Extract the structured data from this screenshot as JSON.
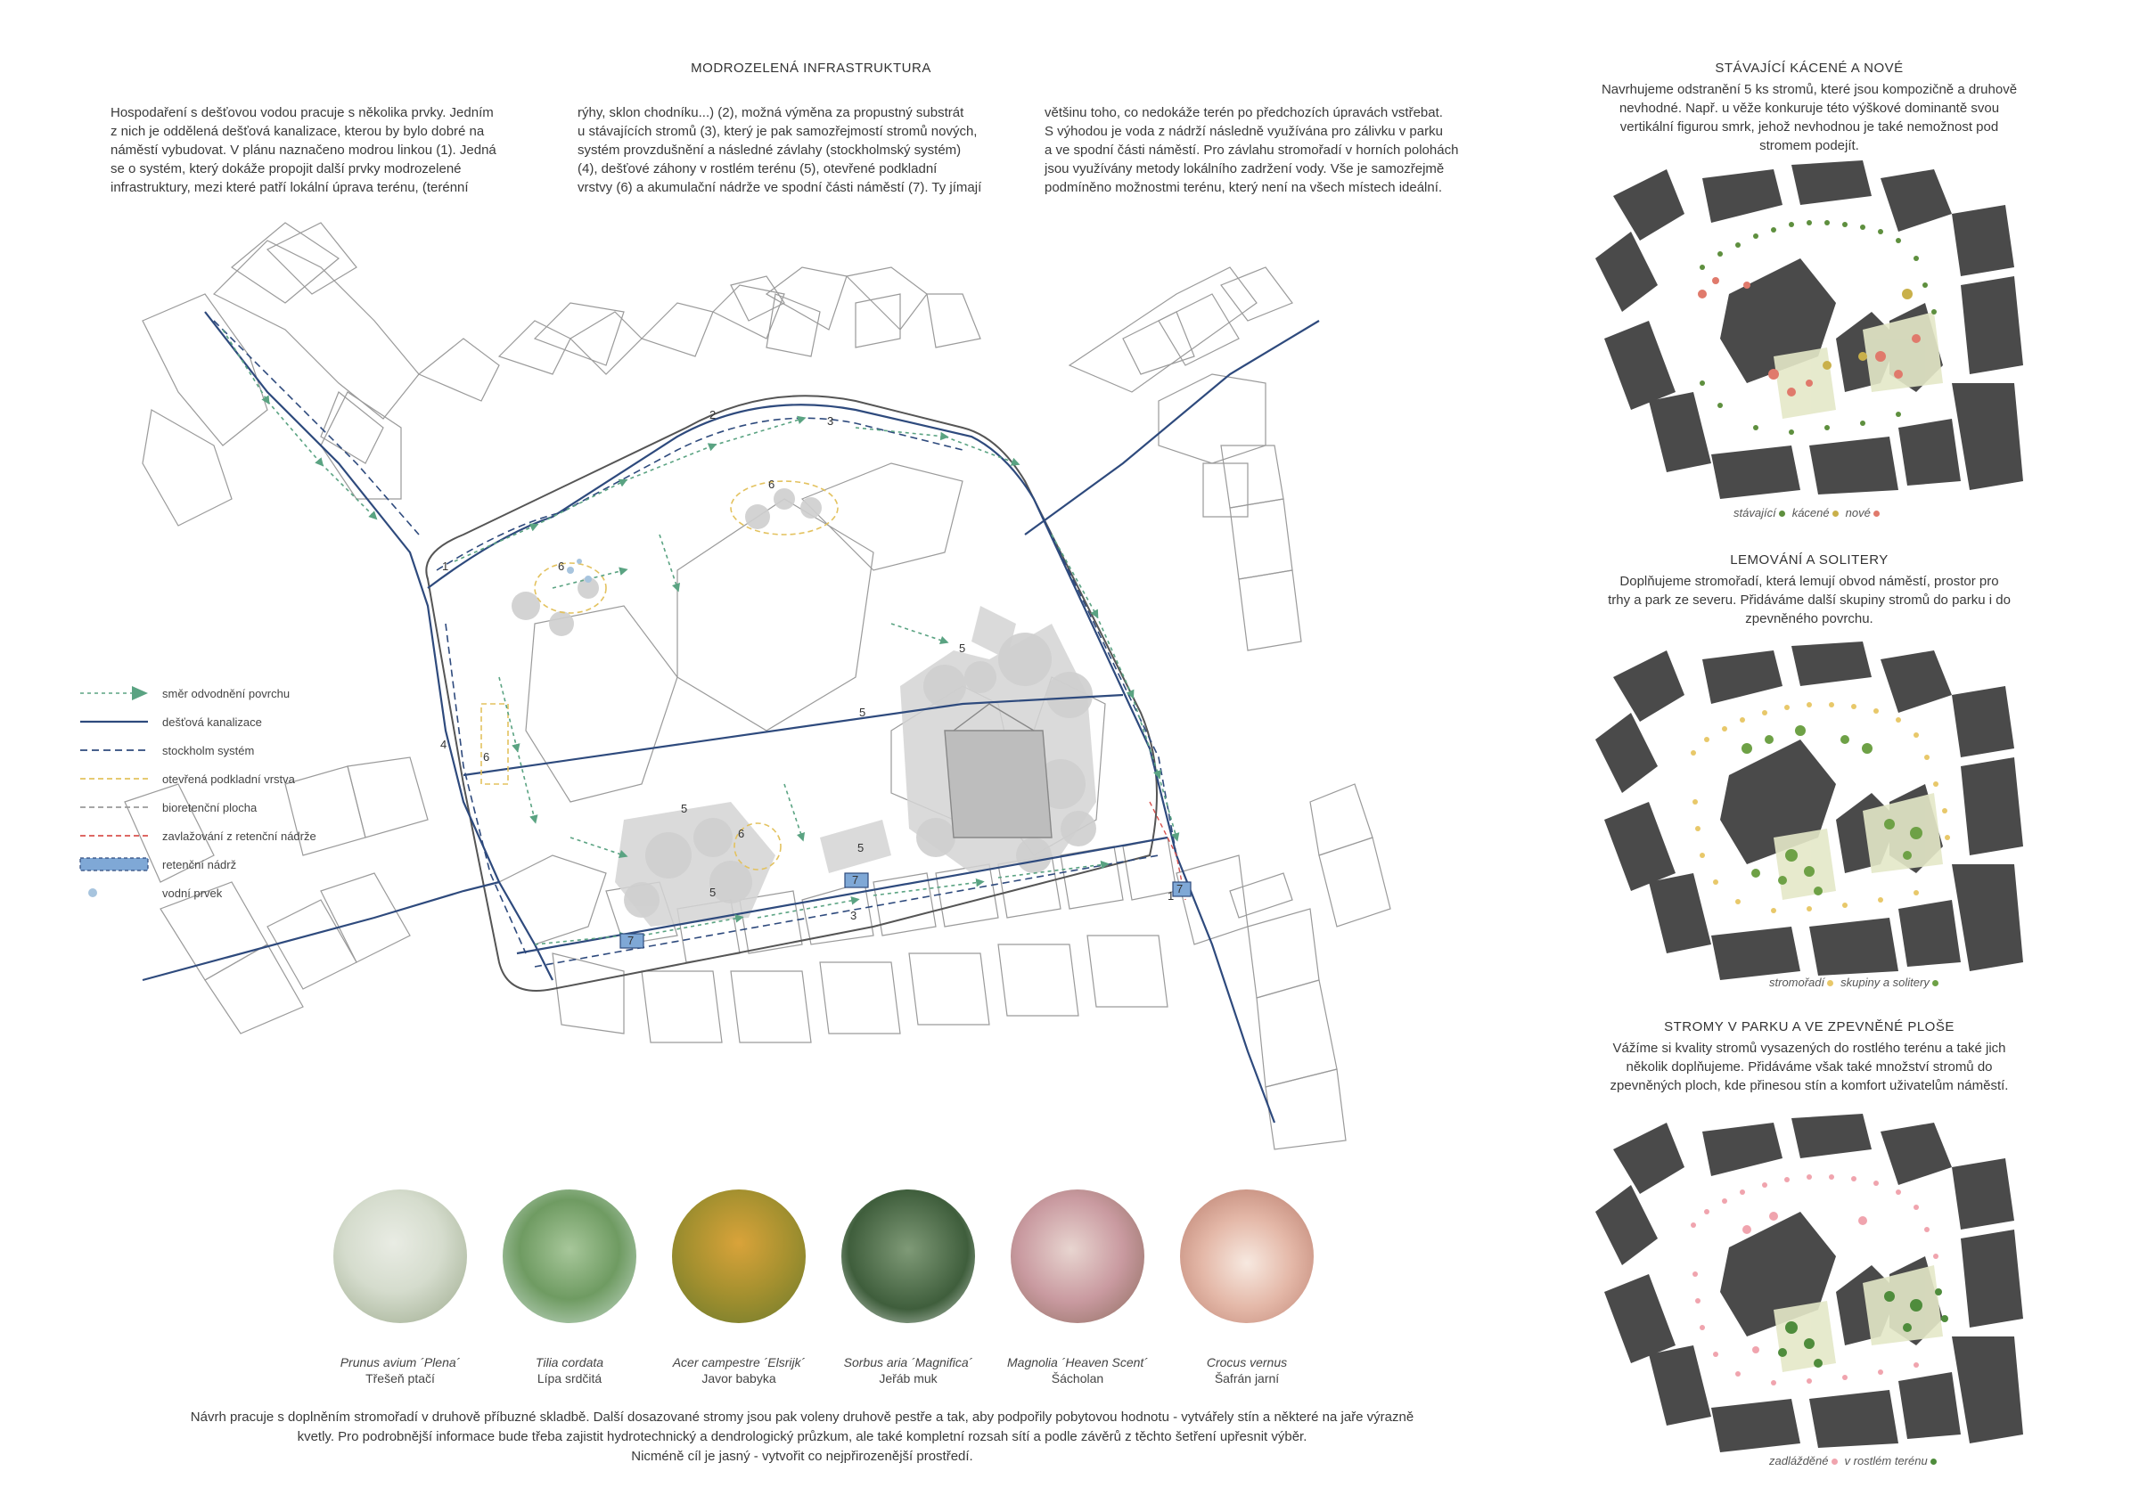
{
  "main": {
    "title": "MODROZELENÁ INFRASTRUKTURA",
    "col1": [
      "Hospodaření s dešťovou vodou pracuje s několika prvky. Jedním",
      "z nich je oddělená dešťová kanalizace, kterou by bylo dobré na",
      "náměstí vybudovat. V plánu naznačeno modrou linkou (1). Jedná",
      "se o systém, který dokáže propojit další prvky modrozelené",
      "infrastruktury, mezi které patří lokální úprava terénu, (terénní"
    ],
    "col2": [
      "rýhy, sklon chodníku...) (2), možná výměna za propustný substrát",
      "u stávajících stromů (3), který je pak samozřejmostí stromů nových,",
      "systém provzdušnění a následné závlahy (stockholmský systém)",
      "(4), dešťové záhony v rostlém terénu (5), otevřené podkladní",
      "vrstvy (6) a akumulační nádrže ve spodní části náměstí (7). Ty jímají"
    ],
    "col3": [
      "většinu toho, co nedokáže terén po předchozích úpravách vstřebat.",
      "S výhodou je voda z nádrží následně využívána pro zálivku v parku",
      "a ve spodní části náměstí. Pro závlahu stromořadí v horních polohách",
      "jsou využívány metody lokálního zadržení vody. Vše je samozřejmě",
      "podmíněno možnostmi terénu, který není na všech místech ideální."
    ]
  },
  "legend": [
    {
      "label": "směr odvodnění povrchu",
      "kind": "arrow",
      "color": "#5aa382"
    },
    {
      "label": "dešťová kanalizace",
      "kind": "solid",
      "color": "#2e4a7d"
    },
    {
      "label": "stockholm systém",
      "kind": "dashed",
      "color": "#2e4a7d"
    },
    {
      "label": "otevřená podkladní vrstva",
      "kind": "dashed",
      "color": "#e3c25f"
    },
    {
      "label": "bioretenční plocha",
      "kind": "dashed",
      "color": "#9a9a9a"
    },
    {
      "label": "zavlažování z retenční nádrže",
      "kind": "dashed",
      "color": "#d9534f"
    },
    {
      "label": "retenční nádrž",
      "kind": "box",
      "color": "#7fa8d6"
    },
    {
      "label": "vodní prvek",
      "kind": "dot",
      "color": "#a7c4de"
    }
  ],
  "plan_numbers": {
    "n1a": "1",
    "n1b": "1",
    "n2": "2",
    "n3a": "3",
    "n3b": "3",
    "n4": "4",
    "n5a": "5",
    "n5b": "5",
    "n5c": "5",
    "n5d": "5",
    "n5e": "5",
    "n6a": "6",
    "n6b": "6",
    "n6c": "6",
    "n6d": "6",
    "n7a": "7",
    "n7b": "7",
    "n7c": "7"
  },
  "trees": [
    {
      "latin": "Prunus avium ´Plena´",
      "czech": "Třešeň ptačí",
      "c1": "#e9ece4",
      "c2": "#9aa88a"
    },
    {
      "latin": "Tilia cordata",
      "czech": "Lípa srdčitá",
      "c1": "#cfe1d6",
      "c2": "#4f7d50"
    },
    {
      "latin": "Acer campestre ´Elsrijk´",
      "czech": "Javor babyka",
      "c1": "#d9a33a",
      "c2": "#6b7a2c"
    },
    {
      "latin": "Sorbus aria ´Magnifica´",
      "czech": "Jeřáb muk",
      "c1": "#dfe6df",
      "c2": "#3f5e3c"
    },
    {
      "latin": "Magnolia ´Heaven Scent´",
      "czech": "Šácholan",
      "c1": "#e8d5d0",
      "c2": "#b66a7a"
    },
    {
      "latin": "Crocus vernus",
      "czech": "Šafrán jarní",
      "c1": "#f1d6c9",
      "c2": "#c98d7a"
    }
  ],
  "bottom_text": [
    "Návrh pracuje s doplněním stromořadí v druhově příbuzné skladbě. Další dosazované stromy jsou pak voleny druhově pestře a tak, aby podpořily pobytovou hodnotu - vytvářely stín a některé na jaře výrazně",
    "kvetly. Pro podrobnější informace bude třeba zajistit hydrotechnický a dendrologický průzkum, ale také kompletní rozsah sítí a podle závěrů z těchto šetření upřesnit výběr.",
    "Nicméně cíl je jasný - vytvořit co nejpřirozenější prostředí."
  ],
  "panel1": {
    "title": "STÁVAJÍCÍ KÁCENÉ A NOVÉ",
    "text": [
      "Navrhujeme odstranění 5 ks stromů, které jsou kompozičně a druhově",
      "nevhodné. Např. u věže konkuruje této výškové dominantě svou",
      "vertikální figurou smrk, jehož nevhodnou je také nemožnost pod",
      "stromem podejít."
    ],
    "legend": [
      {
        "label": "stávající",
        "color": "#5e8f3e"
      },
      {
        "label": "kácené",
        "color": "#c9b04a"
      },
      {
        "label": "nové",
        "color": "#e07a6c"
      }
    ]
  },
  "panel2": {
    "title": "LEMOVÁNÍ A SOLITERY",
    "text": [
      "Doplňujeme stromořadí, která lemují obvod náměstí, prostor pro",
      "trhy a park ze severu. Přidáváme další skupiny stromů do parku i do",
      "zpevněného povrchu."
    ],
    "legend": [
      {
        "label": "stromořadí",
        "color": "#e8c86a"
      },
      {
        "label": "skupiny a solitery",
        "color": "#6ea146"
      }
    ]
  },
  "panel3": {
    "title": "STROMY V PARKU A VE ZPEVNĚNÉ PLOŠE",
    "text": [
      "Vážíme si kvality stromů vysazených do rostlého terénu a také jich",
      "několik doplňujeme. Přidáváme však také množství stromů do",
      "zpevněných ploch, kde přinesou stín a komfort uživatelům náměstí."
    ],
    "legend": [
      {
        "label": "zadlážděné",
        "color": "#f0a4ae"
      },
      {
        "label": "v rostlém terénu",
        "color": "#4f8c3c"
      }
    ]
  }
}
